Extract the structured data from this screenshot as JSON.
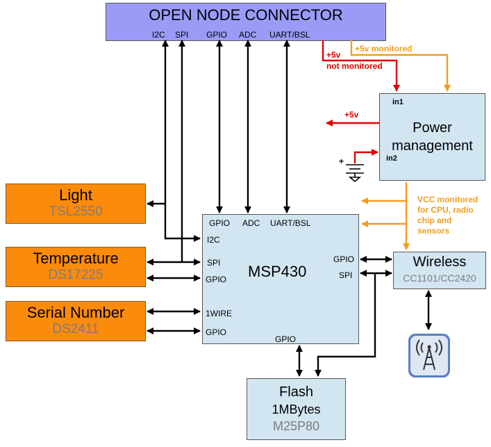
{
  "connector": {
    "title": "OPEN NODE CONNECTOR",
    "ports": [
      "I2C",
      "SPI",
      "GPIO",
      "ADC",
      "UART/BSL"
    ]
  },
  "power_lines": {
    "plus5v_not_monitored_1": "+5v",
    "plus5v_not_monitored_2": "not monitored",
    "plus5v_monitored": "+5v monitored",
    "plus5v_out": "+5v",
    "plus_sign": "+"
  },
  "power_management": {
    "title_line1": "Power",
    "title_line2": "management",
    "in1": "in1",
    "in2": "in2"
  },
  "vcc_note": [
    "VCC monitored",
    "for CPU, radio",
    "chip and",
    "sensors"
  ],
  "sensors": [
    {
      "name": "Light",
      "part": "TSL2550"
    },
    {
      "name": "Temperature",
      "part": "DS17225"
    },
    {
      "name": "Serial Number",
      "part": "DS2411"
    }
  ],
  "msp430": {
    "title": "MSP430",
    "top_pins": [
      "GPIO",
      "ADC",
      "UART/BSL"
    ],
    "left_pins": [
      "I2C",
      "SPI",
      "GPIO",
      "1WIRE",
      "GPIO"
    ],
    "right_pins": [
      "GPIO",
      "SPI"
    ],
    "bottom_pin": "GPIO"
  },
  "wireless": {
    "title": "Wireless",
    "part": "CC1101/CC2420"
  },
  "flash": {
    "title": "Flash",
    "size": "1MBytes",
    "part": "M25P80"
  },
  "colors": {
    "box_blue": "#d2e6f2",
    "sensor_orange": "#fb8b0b",
    "connector_lavender": "#9a9bf7",
    "not_monitored_red": "#e00000",
    "monitored_orange": "#f39c1e"
  },
  "icons": {
    "antenna": "wifi-tower-icon",
    "ground": "ground-symbol-icon"
  }
}
